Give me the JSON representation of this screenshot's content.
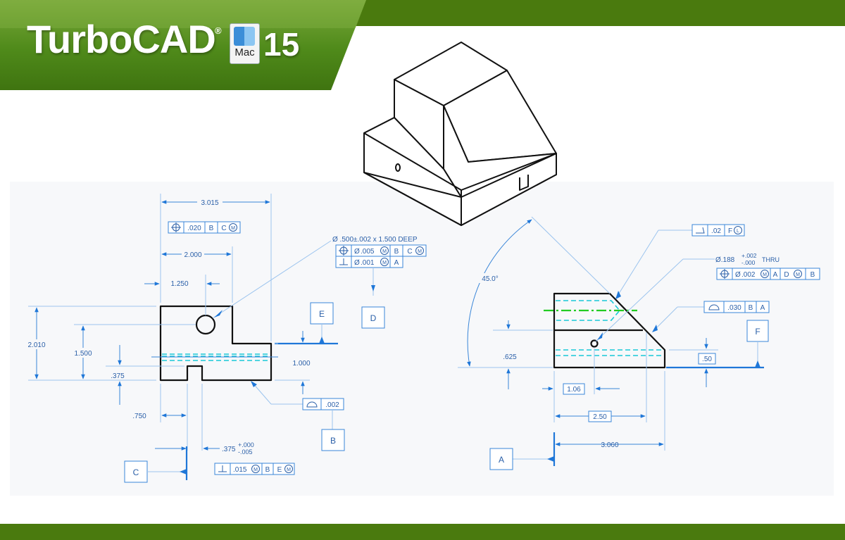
{
  "header": {
    "brand": "TurboCAD",
    "registered": "®",
    "platform": "Mac",
    "version": "15",
    "colors": {
      "green": "#4a7a0e",
      "banner_light": "#6a9a2a"
    }
  },
  "front_view": {
    "dim_width_overall": "3.015",
    "dim_width_step": "2.000",
    "dim_hole_x": "1.250",
    "dim_height_overall": "2.010",
    "dim_hole_y": "1.500",
    "dim_slot_depth": ".375",
    "dim_step_height": "1.000",
    "dim_slot_x": ".750",
    "dim_slot_width": ".375",
    "dim_slot_tol_plus": "+.000",
    "dim_slot_tol_minus": "-.005",
    "hole_callout": "Ø .500±.002 x 1.500 DEEP",
    "fcf_top": {
      "value": ".020",
      "datum1": "B",
      "datum2": "C",
      "mod": "M"
    },
    "fcf_hole_pos": {
      "sym": "Ø",
      "value": ".005",
      "mod": "M",
      "datum1": "B",
      "datum2": "C"
    },
    "fcf_hole_perp": {
      "sym": "Ø",
      "value": ".001",
      "mod": "M",
      "datum": "A"
    },
    "fcf_profile": {
      "value": ".002"
    },
    "fcf_slot": {
      "value": ".015",
      "mod": "M",
      "datum1": "B",
      "datum2": "E"
    },
    "datums": {
      "E": "E",
      "D": "D",
      "B": "B",
      "C": "C"
    }
  },
  "side_view": {
    "angle": "45.0°",
    "dim_height": ".625",
    "dim_right": ".50",
    "dim_hole_x": "1.06",
    "dim_chamfer_x": "2.50",
    "dim_overall": "3.060",
    "fcf_angularity": {
      "value": ".02",
      "datum": "F",
      "mod": "L"
    },
    "hole_callout": "Ø.188",
    "hole_tol_plus": "+.002",
    "hole_tol_minus": "-.000",
    "hole_thru": "THRU",
    "fcf_hole": {
      "sym": "Ø",
      "value": ".002",
      "mod": "M",
      "datum1": "A",
      "datum2": "D",
      "mod2": "M",
      "datum3": "B"
    },
    "fcf_profile": {
      "value": ".030",
      "datum1": "B",
      "datum2": "A"
    },
    "datums": {
      "F": "F",
      "A": "A"
    }
  }
}
